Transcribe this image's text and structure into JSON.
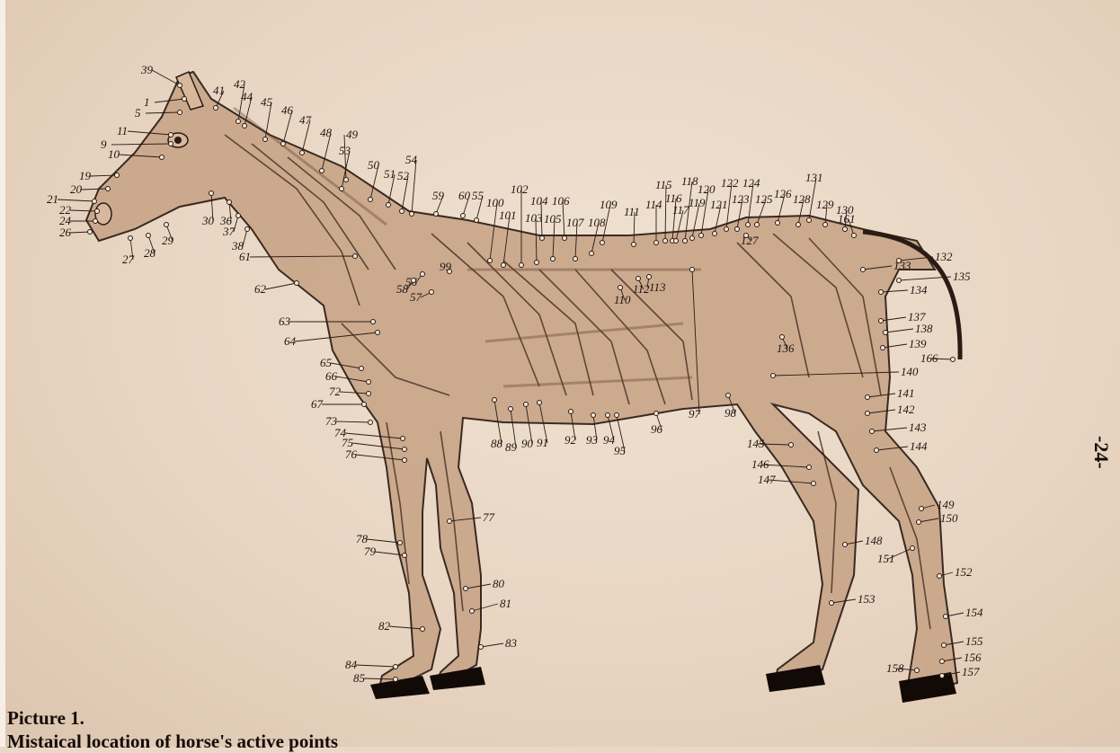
{
  "caption": {
    "title": "Picture 1.",
    "subtitle": "Mistaical location of horse's active points"
  },
  "page_number": "-24-",
  "colors": {
    "paper": "#e9d8c6",
    "ink": "#1e1410",
    "muscle": "#3a2418",
    "muscle_light": "#8a6a52",
    "hoof": "#120a06"
  },
  "point_labels": [
    "1",
    "5",
    "9",
    "10",
    "11",
    "19",
    "20",
    "21",
    "22",
    "24",
    "26",
    "27",
    "28",
    "29",
    "30",
    "36",
    "37",
    "38",
    "39",
    "41",
    "42",
    "44",
    "45",
    "46",
    "47",
    "48",
    "49",
    "50",
    "51",
    "52",
    "53",
    "54",
    "55",
    "56",
    "57",
    "58",
    "59",
    "60",
    "61",
    "62",
    "63",
    "64",
    "65",
    "66",
    "67",
    "72",
    "73",
    "74",
    "75",
    "76",
    "77",
    "78",
    "79",
    "80",
    "81",
    "82",
    "83",
    "84",
    "85",
    "88",
    "89",
    "90",
    "91",
    "92",
    "93",
    "94",
    "95",
    "96",
    "97",
    "98",
    "99",
    "100",
    "101",
    "102",
    "103",
    "104",
    "105",
    "106",
    "107",
    "108",
    "109",
    "110",
    "111",
    "112",
    "113",
    "114",
    "115",
    "116",
    "117",
    "118",
    "119",
    "120",
    "121",
    "122",
    "123",
    "124",
    "125",
    "126",
    "127",
    "128",
    "129",
    "130",
    "131",
    "132",
    "133",
    "134",
    "135",
    "136",
    "137",
    "138",
    "139",
    "140",
    "141",
    "142",
    "143",
    "144",
    "145",
    "146",
    "147",
    "148",
    "149",
    "150",
    "151",
    "152",
    "153",
    "154",
    "155",
    "156",
    "157",
    "158",
    "161",
    "166"
  ]
}
